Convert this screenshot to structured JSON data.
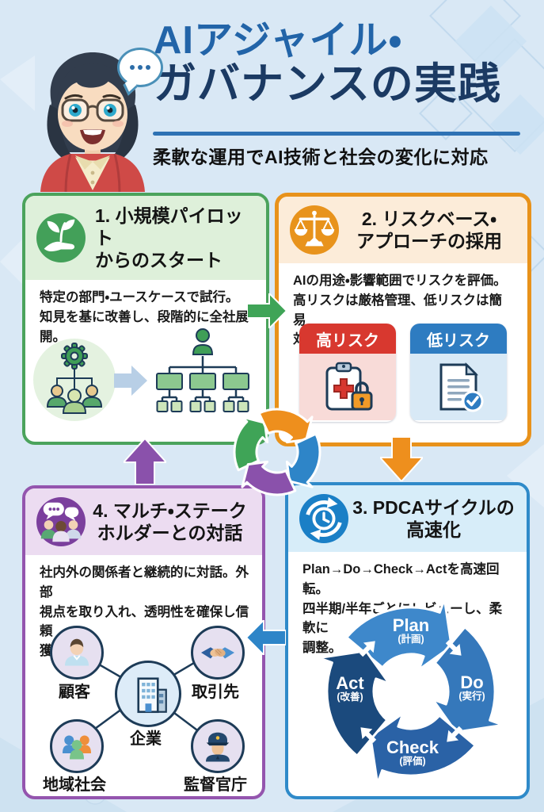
{
  "meta": {
    "type": "infographic-poster",
    "language": "ja"
  },
  "background_color": "#d9e8f5",
  "header": {
    "title_line1": "AIアジャイル・",
    "title_line2": "ガバナンスの実践",
    "subtitle": "柔軟な運用でAI技術と社会の変化に対応",
    "title_color_line1": "#2264a8",
    "title_color_line2": "#1b3a63",
    "underline_color": "#2e72b4",
    "avatar": "smiling-woman-glasses-red-cardigan",
    "speech_bubble": "..."
  },
  "step1": {
    "title_line1": "1. 小規模パイロット",
    "title_line2": "からのスタート",
    "body_line1": "特定の部門・ユースケースで試行。",
    "body_line2": "知見を基に改善し、段階的に全社展開。",
    "accent_color": "#4ba35c",
    "header_bg": "#def0da",
    "icon": "sprout-in-hand",
    "illustration": "team-with-gear → arrow → org-chart"
  },
  "step2": {
    "title_line1": "2. リスクベース・",
    "title_line2": "アプローチの採用",
    "body_line1": "AIの用途・影響範囲でリスクを評価。",
    "body_line2": "高リスクは厳格管理、低リスクは簡易",
    "body_line3": "対応。",
    "accent_color": "#e8921b",
    "header_bg": "#fcecd9",
    "icon": "balance-scale",
    "risk_high": {
      "label": "高リスク",
      "header_color": "#d8382f",
      "body_bg": "#f8dbd8",
      "icon": "clipboard-cross-padlock"
    },
    "risk_low": {
      "label": "低リスク",
      "header_color": "#2e7cc1",
      "body_bg": "#d8e9f6",
      "icon": "document-check"
    }
  },
  "step3": {
    "title_line1": "3. PDCAサイクルの",
    "title_line2": "高速化",
    "body_line1": "Plan→Do→Check→Actを高速回転。",
    "body_line2": "四半期/半年ごとにレビューし、柔軟に",
    "body_line3": "調整。",
    "accent_color": "#2f8ac9",
    "header_bg": "#d7edf9",
    "icon": "clock-refresh-cycle",
    "pdca": {
      "labels": [
        {
          "en": "Plan",
          "ja": "(計画)",
          "color": "#3e88cb"
        },
        {
          "en": "Do",
          "ja": "(実行)",
          "color": "#3578bb"
        },
        {
          "en": "Check",
          "ja": "(評価)",
          "color": "#2a62a6"
        },
        {
          "en": "Act",
          "ja": "(改善)",
          "color": "#1b4a7d"
        }
      ]
    }
  },
  "step4": {
    "title_line1": "4. マルチ・ステーク",
    "title_line2": "ホルダーとの対話",
    "body_line1": "社内外の関係者と継続的に対話。外部",
    "body_line2": "視点を取り入れ、透明性を確保し信頼",
    "body_line3": "獲得。",
    "accent_color": "#9455ae",
    "header_bg": "#ecdcf1",
    "icon": "people-speech-bubbles",
    "stakeholders": {
      "center": {
        "label": "企業",
        "icon": "office-building"
      },
      "nodes": [
        {
          "label": "顧客",
          "icon": "customer-person",
          "position": "top-left"
        },
        {
          "label": "取引先",
          "icon": "handshake",
          "position": "top-right"
        },
        {
          "label": "地域社会",
          "icon": "community-people",
          "position": "bottom-left"
        },
        {
          "label": "監督官庁",
          "icon": "police-officer",
          "position": "bottom-right"
        }
      ]
    }
  },
  "flow": {
    "cycle_colors": [
      "#3fa457",
      "#ee8f1d",
      "#2e85c8",
      "#8a51ab"
    ],
    "arrows": [
      {
        "from": "step1",
        "to": "step2",
        "direction": "right",
        "color": "#3fa457"
      },
      {
        "from": "step2",
        "to": "step3",
        "direction": "down",
        "color": "#ee8f1d"
      },
      {
        "from": "step3",
        "to": "step4",
        "direction": "left",
        "color": "#2e85c8"
      },
      {
        "from": "step4",
        "to": "step1",
        "direction": "up",
        "color": "#8a51ab"
      }
    ]
  }
}
